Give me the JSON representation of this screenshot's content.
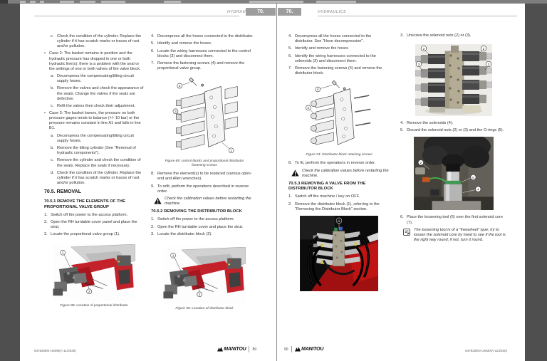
{
  "colors": {
    "accent_red": "#c3222b",
    "badge_gray": "#9d9d9d",
    "page_bg": "#ffffff",
    "viewer_bg": "#4f4f4f"
  },
  "page_left": {
    "header": {
      "section": "HYDRAULICS",
      "chapter": "70."
    },
    "col1": {
      "item_c": {
        "label": "c.",
        "text": "Check the condition of the cylinder. Replace the cylinder if it has scratch marks or traces of rust and/or pollution."
      },
      "case2": "Case 2: The basket remains in position and the hydraulic pressure has dropped in one or both hydraulic line(s): there is a problem with the seal or the settings of one or both valves of the valve block.",
      "case2_a": {
        "label": "a.",
        "text": "Decompress the compensating/tilting circuit supply hoses."
      },
      "case2_b": {
        "label": "b.",
        "text": "Remove the valves and check the appearance of the seals. Change the valves if the seals are defective."
      },
      "case2_c": {
        "label": "c.",
        "text": "Refit the valves then check their adjustment."
      },
      "case3": "Case 3: The basket lowers, the pressure on both pressure gages tends to balance (+/- 10 bar) or the pressure remains constant in line A1 and falls in line B1.",
      "case3_a": {
        "label": "a.",
        "text": "Decompress the compensating/tilting circuit supply hoses."
      },
      "case3_b": {
        "label": "b.",
        "text": "Remove the tilting cylinder (See \"Removal of hydraulic components\")."
      },
      "case3_c": {
        "label": "c.",
        "text": "Remove the cylinder and check the condition of the seals. Replace the seals if necessary."
      },
      "case3_d": {
        "label": "d.",
        "text": "Check the condition of the cylinder. Replace the cylinder if it has scratch marks or traces of rust and/or pollution."
      },
      "heading_removal": "70.5. REMOVAL",
      "heading_7051": "70.5.1 REMOVE THE ELEMENTS OF THE PROPORTIONAL VALVE GROUP",
      "step1": {
        "label": "1.",
        "text": "Switch off the power to the access platform."
      },
      "step2": {
        "label": "2.",
        "text": "Open the RH turntable cover panel and place the strut."
      },
      "step3": {
        "label": "3.",
        "text": "Locate the proportional valve group (1)."
      },
      "fig88": {
        "caption": "Figure 88: Location of proportional distributor",
        "callout1": "1",
        "callout2": "2"
      }
    },
    "col2": {
      "step4": {
        "label": "4.",
        "text": "Decompress all the hoses connected to the distributor."
      },
      "step5": {
        "label": "5.",
        "text": "Identify and remove the hoses."
      },
      "step6": {
        "label": "6.",
        "text": "Locate the wiring harnesses connected to the control blocks (3) and disconnect them."
      },
      "step7": {
        "label": "7.",
        "text": "Remove the fastening screws (4) and remove the proportional valve group."
      },
      "fig89": {
        "caption": "Figure 89: control blocks and proportional distributor fastening screws",
        "callout_screw": "4",
        "callout_block": "3",
        "callout_dist": "1"
      },
      "step8": {
        "label": "8.",
        "text": "Remove the element(s) to be replaced (various open-end and Allen wrenches)."
      },
      "step9": {
        "label": "9.",
        "text": "To refit, perform the operations described in reverse order."
      },
      "warning": "Check the calibration values before restarting the machine.",
      "heading_7052": "70.5.2 REMOVING THE DISTRIBUTOR BLOCK",
      "step_b1": {
        "label": "1.",
        "text": "Switch off the power to the access platform."
      },
      "step_b2": {
        "label": "2.",
        "text": "Open the RH turntable cover and place the strut."
      },
      "step_b3": {
        "label": "3.",
        "text": "Locate the distributor block (2)."
      },
      "fig90": {
        "caption": "Figure 90: Location of distributor block",
        "callout1": "1",
        "callout2": "2"
      }
    },
    "footer": {
      "ref": "647820EN-USM0(A-11/2020)",
      "brand": "MANITOU",
      "page": "89"
    }
  },
  "page_right": {
    "header": {
      "section": "HYDRAULICS",
      "chapter": "70."
    },
    "col1": {
      "step4": {
        "label": "4.",
        "text": "Decompress all the hoses connected to the distributor. See \"Hose decompression\"."
      },
      "step5": {
        "label": "5.",
        "text": "Identify and remove the hoses"
      },
      "step6": {
        "label": "6.",
        "text": "Identify the wiring harnesses connected to the solenoids (3) and disconnect them."
      },
      "step7": {
        "label": "7.",
        "text": "Remove the fastening screws (4) and remove the distributor block."
      },
      "fig91": {
        "caption": "Figure 91: Distributor block retaining screws",
        "callout_screw": "4",
        "callout_sol": "3"
      },
      "step8": {
        "label": "8.",
        "text": "To fit, perform the operations in reverse order."
      },
      "warning": "Check the calibration values before restarting the machine.",
      "heading_7053": "70.5.3 REMOVING A VALVE FROM THE DISTRIBUTOR BLOCK",
      "step_b1": {
        "label": "1.",
        "text": "Switch off the machine / key on OFF."
      },
      "step_b2": {
        "label": "2.",
        "text": "Remove the distributor block (1), referring to the \"Removing the Distributor Block\" section."
      },
      "photo_block": {
        "callout1": "1"
      }
    },
    "col2": {
      "step3": {
        "label": "3.",
        "text": "Unscrew the solenoid nuts (2) or (3)."
      },
      "photo_sol": {
        "callout_nut_left": "2",
        "callout_nut_right": "2",
        "callout_sol_left": "3",
        "callout_sol_right": "3"
      },
      "step4": {
        "label": "4.",
        "text": "Remove the solenoids (4)."
      },
      "step5": {
        "label": "5.",
        "text": "Discard the solenoid nuts (2) or (3) and the O-rings (5)."
      },
      "photo_hand": {
        "callout_nut": "2",
        "callout_ring": "5",
        "callout_core": "4"
      },
      "step6": {
        "label": "6.",
        "text": "Place the loosening tool (6) over the first solenoid core (7)."
      },
      "note": "The loosening tool is of a \"freewheel\" type; try to loosen the solenoid core by hand to see if the tool is the right way round; if not, turn it round."
    },
    "footer": {
      "page": "90",
      "brand": "MANITOU",
      "ref": "647820EN-USM0(A-11/2020)"
    }
  }
}
